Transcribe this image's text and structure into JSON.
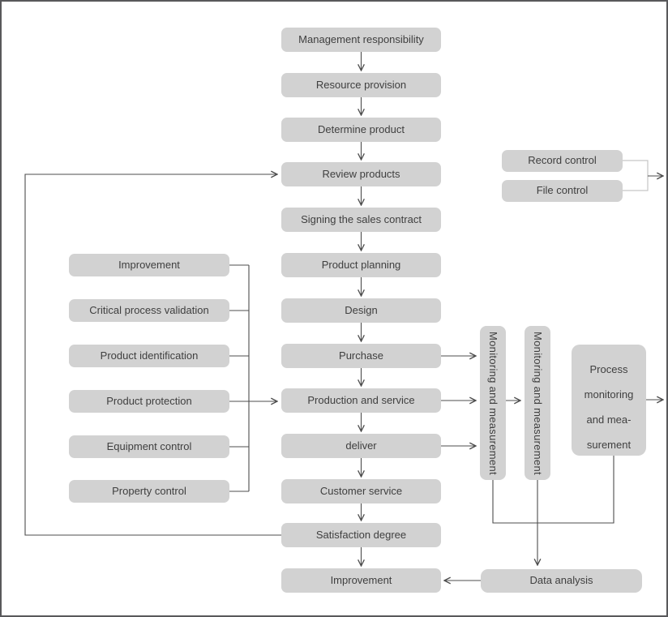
{
  "flow": {
    "center": [
      "Management responsibility",
      "Resource provision",
      "Determine product",
      "Review products",
      "Signing the sales contract",
      "Product planning",
      "Design",
      "Purchase",
      "Production and service",
      "deliver",
      "Customer service",
      "Satisfaction degree",
      "Improvement"
    ],
    "left": [
      "Improvement",
      "Critical process validation",
      "Product identification",
      "Product protection",
      "Equipment control",
      "Property control"
    ],
    "right_top": [
      "Record control",
      "File control"
    ],
    "monitoring": [
      "Monitoring and measurement",
      "Monitoring and measurement"
    ],
    "process_lines": [
      "Process",
      "monitoring",
      "and mea-",
      "surement"
    ],
    "data_analysis": "Data analysis"
  },
  "edges": [
    {
      "from": "Management responsibility",
      "to": "Resource provision"
    },
    {
      "from": "Resource provision",
      "to": "Determine product"
    },
    {
      "from": "Determine product",
      "to": "Review products"
    },
    {
      "from": "Review products",
      "to": "Signing the sales contract"
    },
    {
      "from": "Signing the sales contract",
      "to": "Product planning"
    },
    {
      "from": "Product planning",
      "to": "Design"
    },
    {
      "from": "Design",
      "to": "Purchase"
    },
    {
      "from": "Purchase",
      "to": "Production and service"
    },
    {
      "from": "Production and service",
      "to": "deliver"
    },
    {
      "from": "deliver",
      "to": "Customer service"
    },
    {
      "from": "Customer service",
      "to": "Satisfaction degree"
    },
    {
      "from": "Satisfaction degree",
      "to": "Improvement"
    },
    {
      "from": "Satisfaction degree",
      "to": "Review products"
    },
    {
      "from": "Improvement (left)",
      "to": "Production and service"
    },
    {
      "from": "Critical process validation",
      "to": "Production and service"
    },
    {
      "from": "Product identification",
      "to": "Production and service"
    },
    {
      "from": "Product protection",
      "to": "Production and service"
    },
    {
      "from": "Equipment control",
      "to": "Production and service"
    },
    {
      "from": "Property control",
      "to": "Production and service"
    },
    {
      "from": "Record control",
      "to": "off-diagram right"
    },
    {
      "from": "File control",
      "to": "off-diagram right"
    },
    {
      "from": "Purchase",
      "to": "Monitoring and measurement 1"
    },
    {
      "from": "Production and service",
      "to": "Monitoring and measurement 1"
    },
    {
      "from": "deliver",
      "to": "Monitoring and measurement 1"
    },
    {
      "from": "Monitoring and measurement 1",
      "to": "Monitoring and measurement 2"
    },
    {
      "from": "Monitoring and measurement 1",
      "to": "Data analysis"
    },
    {
      "from": "Monitoring and measurement 2",
      "to": "Data analysis"
    },
    {
      "from": "Process monitoring and measurement",
      "to": "Data analysis"
    },
    {
      "from": "Process monitoring and measurement",
      "to": "off-diagram right"
    },
    {
      "from": "Data analysis",
      "to": "Improvement"
    }
  ],
  "colors": {
    "box-fill": "#d2d2d2",
    "box-text": "#3f3f3f",
    "line": "#4d4d4d",
    "line-light": "#c6c6c6",
    "frame": "#58585b",
    "bg": "#ffffff"
  }
}
